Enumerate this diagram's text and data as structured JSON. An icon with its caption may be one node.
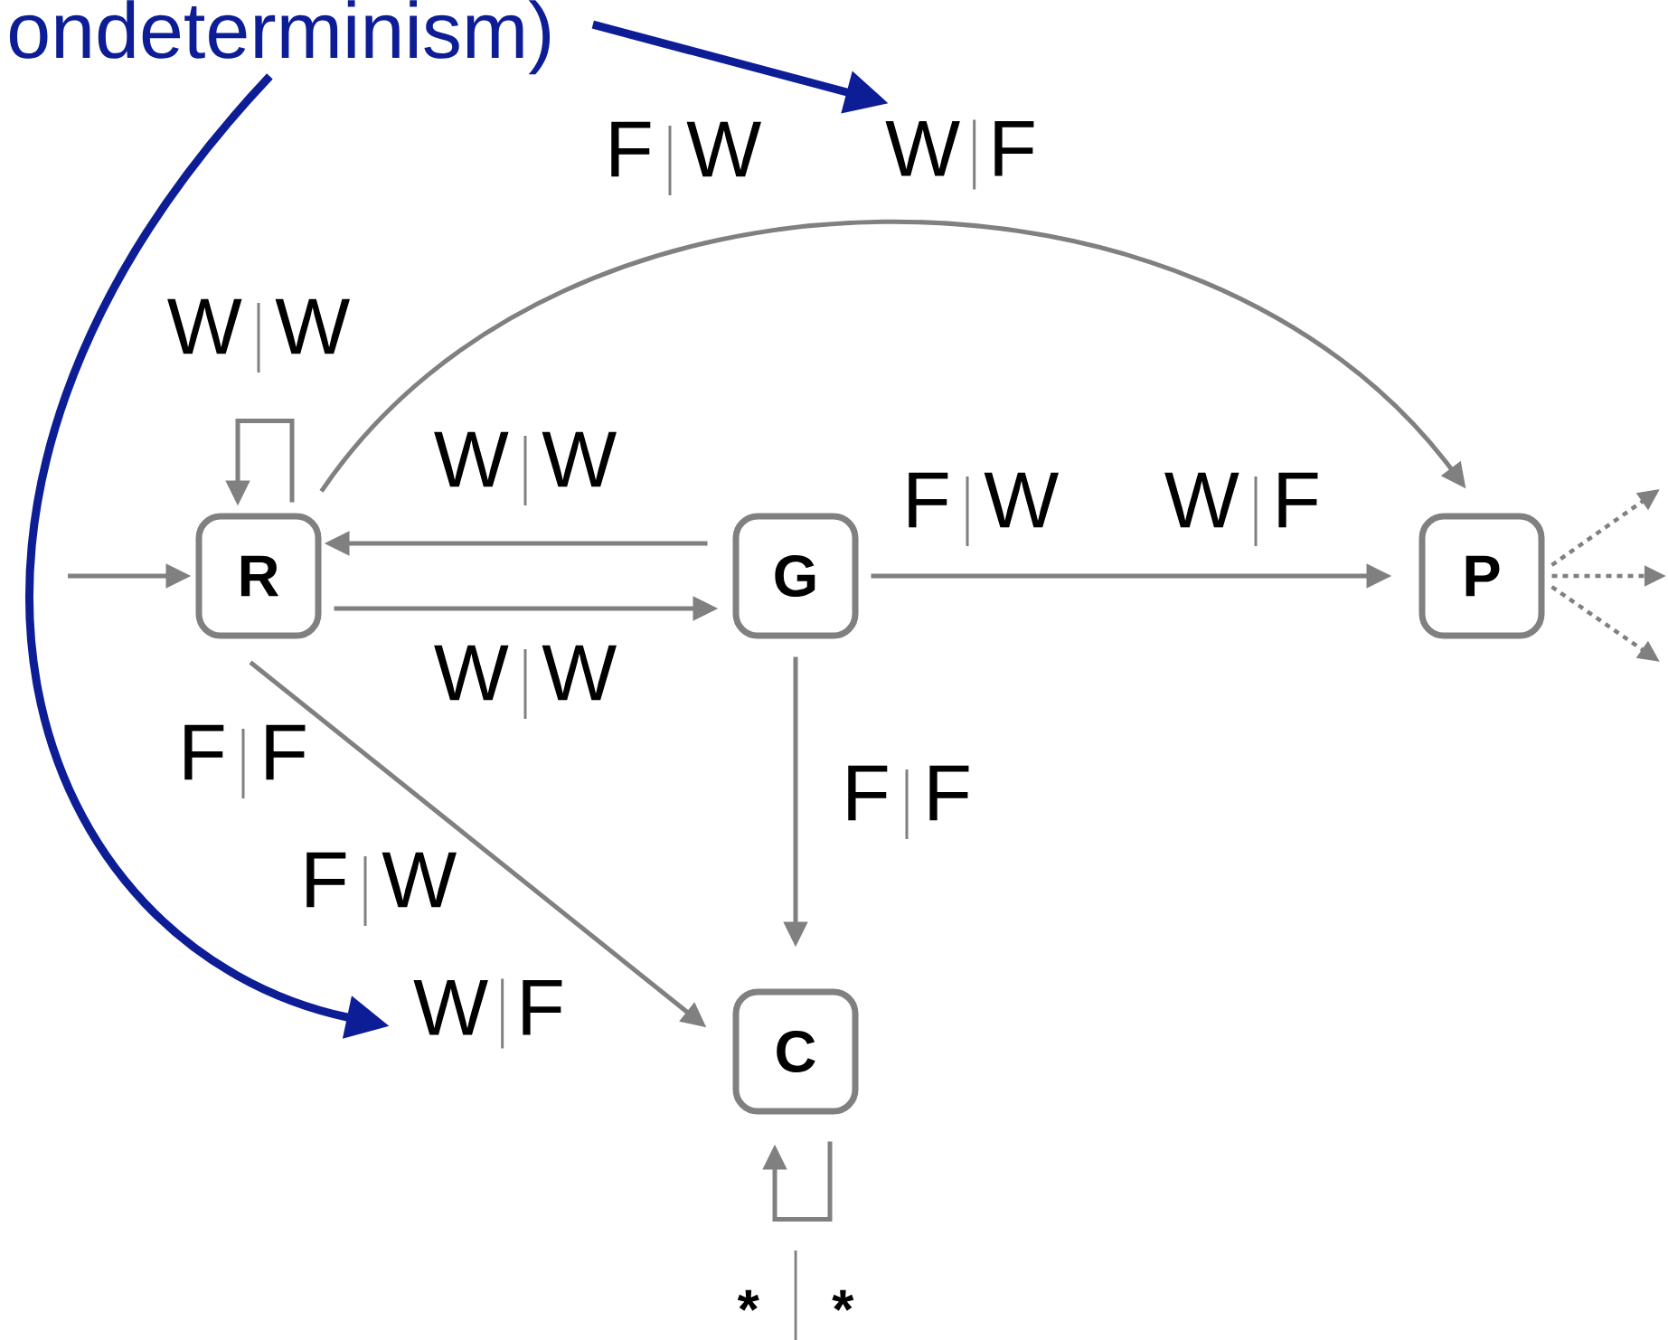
{
  "diagram": {
    "nodes": [
      {
        "text": [
          "ondeterminism)"
        ]
      },
      {
        "text": [
          "R"
        ]
      },
      {
        "text": [
          "G"
        ]
      },
      {
        "text": [
          "P"
        ]
      },
      {
        "text": [
          "C"
        ]
      },
      {
        "text": [
          "W",
          "F"
        ]
      },
      {
        "text": [
          "W",
          "F"
        ]
      }
    ],
    "edges": [
      {
        "from": null,
        "to": 1,
        "arrow": "to"
      },
      {
        "from": 1,
        "to": 1,
        "arrow": "to"
      },
      {
        "from": 2,
        "to": 1,
        "arrow": "to"
      },
      {
        "from": 1,
        "to": 2,
        "arrow": "to"
      },
      {
        "from": 2,
        "to": 3,
        "arrow": "to"
      },
      {
        "from": 1,
        "to": 3,
        "arrow": "to"
      },
      {
        "from": 1,
        "to": 4,
        "arrow": "to"
      },
      {
        "from": 2,
        "to": 4,
        "arrow": "to"
      },
      {
        "from": 4,
        "to": 4,
        "arrow": "to"
      },
      {
        "from": 3,
        "to": null,
        "arrow": "to",
        "style": "dashed"
      },
      {
        "from": 3,
        "to": null,
        "arrow": "to",
        "style": "dashed"
      },
      {
        "from": 3,
        "to": null,
        "arrow": "to",
        "style": "dashed"
      },
      {
        "from": 0,
        "to": 5,
        "arrow": "to",
        "style": "thick",
        "color": "#0d1d96"
      },
      {
        "from": 0,
        "to": 6,
        "arrow": "to",
        "style": "thick",
        "color": "#0d1d96"
      }
    ],
    "labels": [
      "F",
      "W",
      "W",
      "W",
      "W",
      "W",
      "F",
      "W",
      "W",
      "F",
      "W",
      "W",
      "F",
      "F",
      "F",
      "F",
      "F",
      "W",
      "*",
      "*"
    ]
  }
}
